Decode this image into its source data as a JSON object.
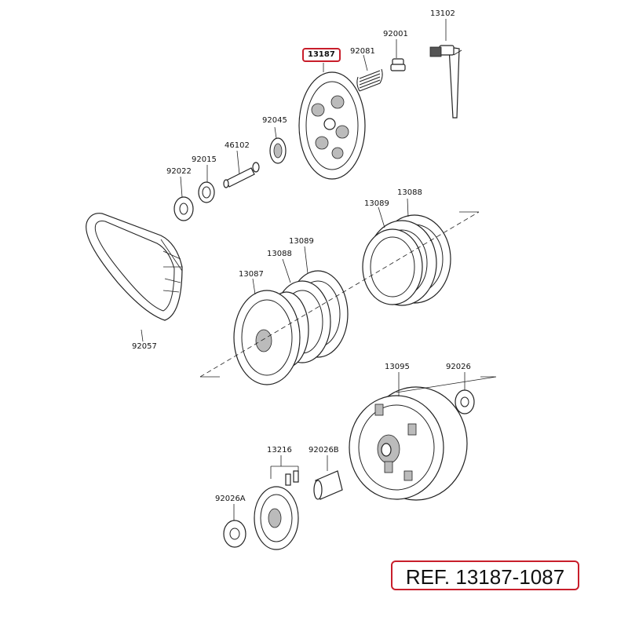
{
  "diagram": {
    "labels": {
      "p13102": "13102",
      "p92001": "92001",
      "p13187": "13187",
      "p92081": "92081",
      "p92045": "92045",
      "p46102": "46102",
      "p92015": "92015",
      "p92022": "92022",
      "p13088a": "13088",
      "p13089a": "13089",
      "p13089b": "13089",
      "p13088b": "13088",
      "p13087": "13087",
      "p92057": "92057",
      "p13095": "13095",
      "p92026": "92026",
      "p13216": "13216",
      "p92026b": "92026B",
      "p92026a": "92026A"
    },
    "highlight_color": "#c81e2b",
    "reference": "REF. 13187-1087"
  }
}
